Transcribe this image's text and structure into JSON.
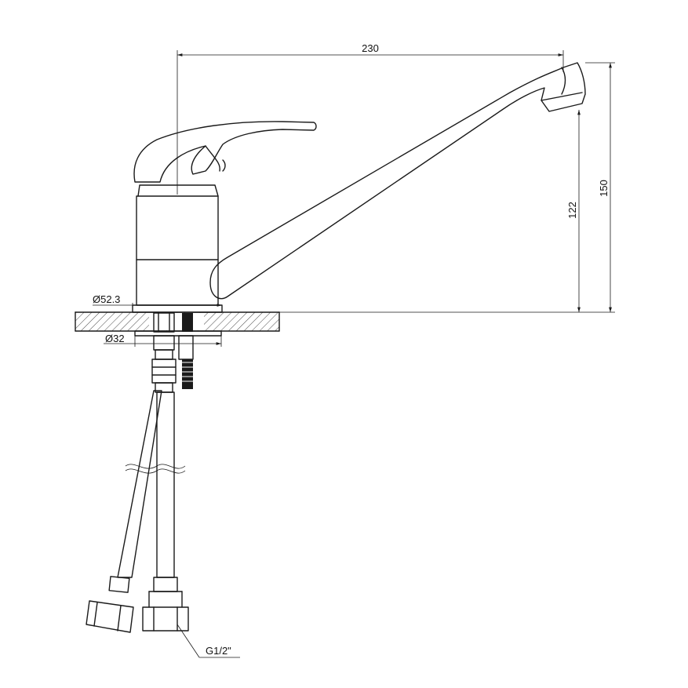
{
  "drawing": {
    "subject": "single-lever kitchen faucet technical drawing",
    "line_color": "#1a1a1a",
    "background": "#ffffff"
  },
  "dimensions": {
    "spout_reach": "230",
    "total_height": "150",
    "spout_height": "122",
    "base_diameter": "Ø52.3",
    "mount_diameter": "Ø32",
    "thread_size": "G1/2\""
  }
}
